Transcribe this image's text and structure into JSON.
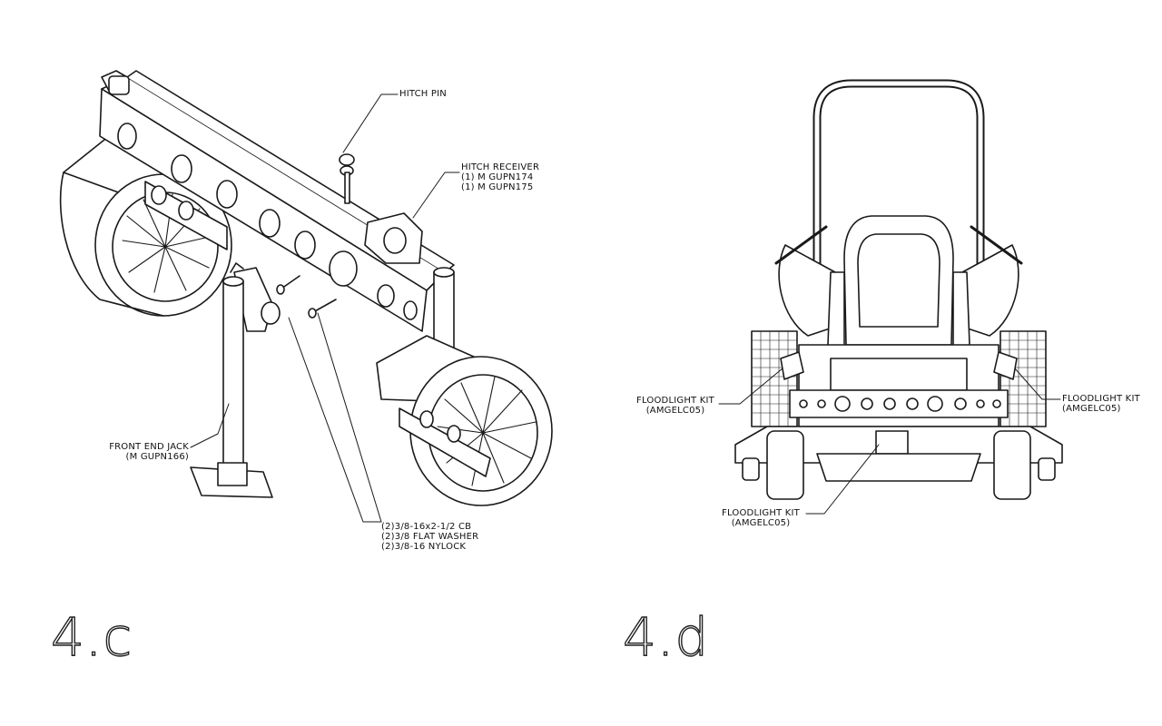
{
  "figure_c": {
    "number": "4.c",
    "labels": {
      "hitch_pin": "HITCH PIN",
      "hitch_receiver": [
        "HITCH RECEIVER",
        "(1) M GUPN174",
        "(1) M GUPN175"
      ],
      "front_end_jack": [
        "FRONT END JACK",
        "(M GUPN166)"
      ],
      "hardware": [
        "(2)3/8-16x2-1/2 CB",
        "(2)3/8 FLAT WASHER",
        "(2)3/8-16 NYLOCK"
      ]
    }
  },
  "figure_d": {
    "number": "4.d",
    "labels": {
      "floodlight_left": [
        "FLOODLIGHT KIT",
        "(AMGELC05)"
      ],
      "floodlight_right": [
        "FLOODLIGHT KIT",
        "(AMGELC05)"
      ],
      "floodlight_bottom": [
        "FLOODLIGHT KIT",
        "(AMGELC05)"
      ]
    }
  }
}
